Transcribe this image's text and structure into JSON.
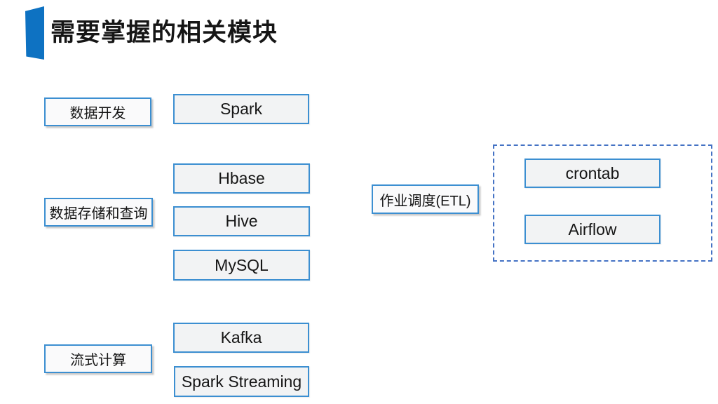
{
  "slide": {
    "title": "需要掌握的相关模块",
    "categories": [
      {
        "label": "数据开发"
      },
      {
        "label": "数据存储和查询"
      },
      {
        "label": "流式计算"
      },
      {
        "label": "作业调度(ETL)"
      }
    ],
    "modules": [
      {
        "label": "Spark"
      },
      {
        "label": "Hbase"
      },
      {
        "label": "Hive"
      },
      {
        "label": "MySQL"
      },
      {
        "label": "Kafka"
      },
      {
        "label": "Spark Streaming"
      },
      {
        "label": "crontab"
      },
      {
        "label": "Airflow"
      }
    ],
    "colors": {
      "accent_bar": "#0E72C2",
      "box_border": "#3C8FD1",
      "dashed_border": "#4472C4",
      "category_fill": "#FAFAFB",
      "module_fill": "#F2F3F4"
    }
  }
}
